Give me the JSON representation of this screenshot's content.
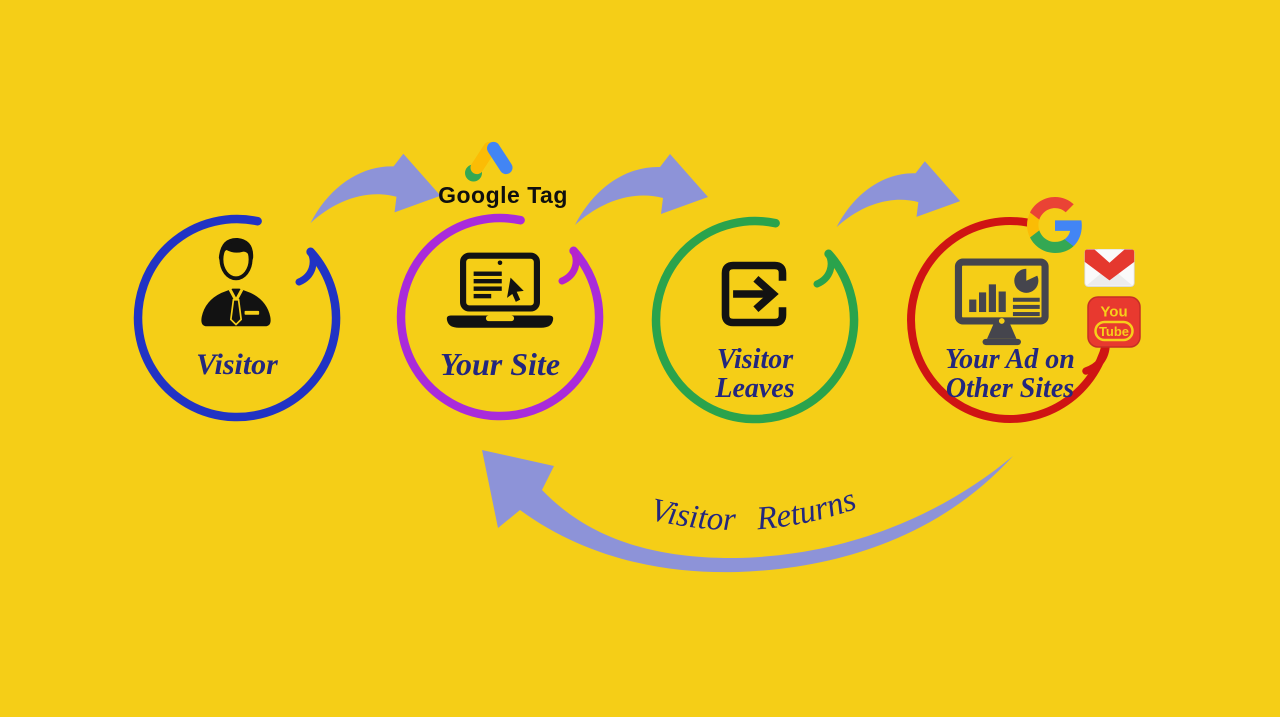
{
  "diagram": {
    "description": "Remarketing flow diagram on yellow background"
  },
  "colors": {
    "background": "#F5CE17",
    "flow_arrow": "#8D93D8",
    "label_text": "#23277E",
    "google_tag_text": "#0F0F0F",
    "circle_visitor": "#2133C4",
    "circle_your_site": "#A92BDA",
    "circle_visitor_leaves": "#2AA34C",
    "circle_your_ad": "#CF1413",
    "icon_black": "#121212",
    "icon_gray": "#45454D",
    "youtube_red": "#E8392F",
    "gmail_red": "#E5382E",
    "google_blue": "#4285F4",
    "google_red": "#EA4335",
    "google_yellow": "#FBBC05",
    "google_green": "#34A853"
  },
  "google_tag": {
    "label": "Google Tag",
    "icon": "google-ads-icon"
  },
  "nodes": [
    {
      "name": "visitor",
      "icon": "businessman-icon",
      "lines": [
        "Visitor"
      ]
    },
    {
      "name": "your-site",
      "icon": "laptop-icon",
      "lines": [
        "Your Site"
      ]
    },
    {
      "name": "visitor-leaves",
      "icon": "exit-icon",
      "lines": [
        "Visitor",
        "Leaves"
      ]
    },
    {
      "name": "your-ad-on-other-sites",
      "icon": "analytics-monitor-icon",
      "lines": [
        "Your Ad on",
        "Other Sites"
      ]
    }
  ],
  "return_arrow": {
    "label": "Visitor Returns"
  },
  "brand_icons": [
    {
      "name": "google-g-icon"
    },
    {
      "name": "gmail-icon"
    },
    {
      "name": "youtube-icon",
      "line1": "You",
      "line2": "Tube"
    }
  ]
}
